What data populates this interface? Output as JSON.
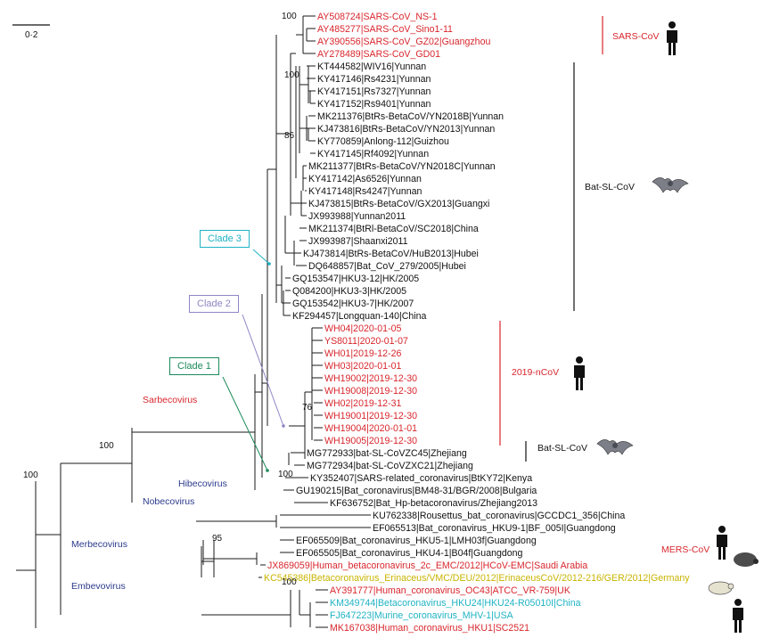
{
  "scale_bar": {
    "label": "0·2"
  },
  "clade_labels": [
    {
      "id": "clade3",
      "text": "Clade 3",
      "color": "#1fb3c4"
    },
    {
      "id": "clade2",
      "text": "Clade 2",
      "color": "#8f86c4"
    },
    {
      "id": "clade1",
      "text": "Clade 1",
      "color": "#1b8a5a"
    }
  ],
  "groups": [
    {
      "id": "sars",
      "label": "SARS-CoV",
      "color": "#d8262d",
      "icon": "human-icon"
    },
    {
      "id": "batsl",
      "label": "Bat-SL-CoV",
      "color": "#111111",
      "icon": "bat-icon"
    },
    {
      "id": "ncov",
      "label": "2019-nCoV",
      "color": "#d8262d",
      "icon": "human-icon"
    },
    {
      "id": "batsl2",
      "label": "Bat-SL-CoV",
      "color": "#111111",
      "icon": "bat-icon"
    },
    {
      "id": "mers",
      "label": "MERS-CoV",
      "color": "#d8262d",
      "icon": "human-icon"
    },
    {
      "id": "hedgehog",
      "label": "",
      "color": "#111111",
      "icon": "hedgehog-icon"
    },
    {
      "id": "mouse",
      "label": "",
      "color": "#111111",
      "icon": "mouse-icon"
    },
    {
      "id": "human2",
      "label": "",
      "color": "#111111",
      "icon": "human-icon"
    }
  ],
  "subgenera": [
    {
      "id": "sarbe",
      "label": "Sarbecovirus",
      "color": "#d8262d"
    },
    {
      "id": "hibe",
      "label": "Hibecovirus",
      "color": "#2b3a8c"
    },
    {
      "id": "nobe",
      "label": "Nobecovirus",
      "color": "#2b3a8c"
    },
    {
      "id": "merbe",
      "label": "Merbecovirus",
      "color": "#2b3a8c"
    },
    {
      "id": "embe",
      "label": "Embevovirus",
      "color": "#2b3a8c"
    }
  ],
  "bootstrap": [
    {
      "id": "b1",
      "text": "100"
    },
    {
      "id": "b2",
      "text": "100"
    },
    {
      "id": "b3",
      "text": "86"
    },
    {
      "id": "b4",
      "text": "76"
    },
    {
      "id": "b5",
      "text": "100"
    },
    {
      "id": "b6",
      "text": "100"
    },
    {
      "id": "b7",
      "text": "100"
    },
    {
      "id": "b8",
      "text": "95"
    },
    {
      "id": "b9",
      "text": "100"
    }
  ],
  "leaves": [
    {
      "text": "AY508724|SARS-CoV_NS-1",
      "color": "#d8262d"
    },
    {
      "text": "AY485277|SARS-CoV_Sino1-11",
      "color": "#d8262d"
    },
    {
      "text": "AY390556|SARS-CoV_GZ02|Guangzhou",
      "color": "#d8262d"
    },
    {
      "text": "AY278489|SARS-CoV_GD01",
      "color": "#d8262d"
    },
    {
      "text": "KT444582|WIV16|Yunnan",
      "color": "#111111"
    },
    {
      "text": "KY417146|Rs4231|Yunnan",
      "color": "#111111"
    },
    {
      "text": "KY417151|Rs7327|Yunnan",
      "color": "#111111"
    },
    {
      "text": "KY417152|Rs9401|Yunnan",
      "color": "#111111"
    },
    {
      "text": "MK211376|BtRs-BetaCoV/YN2018B|Yunnan",
      "color": "#111111"
    },
    {
      "text": "KJ473816|BtRs-BetaCoV/YN2013|Yunnan",
      "color": "#111111"
    },
    {
      "text": "KY770859|Anlong-112|Guizhou",
      "color": "#111111"
    },
    {
      "text": "KY417145|Rf4092|Yunnan",
      "color": "#111111"
    },
    {
      "text": "MK211377|BtRs-BetaCoV/YN2018C|Yunnan",
      "color": "#111111"
    },
    {
      "text": "KY417142|As6526|Yunnan",
      "color": "#111111"
    },
    {
      "text": "KY417148|Rs4247|Yunnan",
      "color": "#111111"
    },
    {
      "text": "KJ473815|BtRs-BetaCoV/GX2013|Guangxi",
      "color": "#111111"
    },
    {
      "text": "JX993988|Yunnan2011",
      "color": "#111111"
    },
    {
      "text": "MK211374|BtRl-BetaCoV/SC2018|China",
      "color": "#111111"
    },
    {
      "text": "JX993987|Shaanxi2011",
      "color": "#111111"
    },
    {
      "text": "KJ473814|BtRs-BetaCoV/HuB2013|Hubei",
      "color": "#111111"
    },
    {
      "text": "DQ648857|Bat_CoV_279/2005|Hubei",
      "color": "#111111"
    },
    {
      "text": "GQ153547|HKU3-12|HK/2005",
      "color": "#111111"
    },
    {
      "text": "Q084200|HKU3-3|HK/2005",
      "color": "#111111"
    },
    {
      "text": "GQ153542|HKU3-7|HK/2007",
      "color": "#111111"
    },
    {
      "text": "KF294457|Longquan-140|China",
      "color": "#111111"
    },
    {
      "text": "WH04|2020-01-05",
      "color": "#d8262d"
    },
    {
      "text": "YS8011|2020-01-07",
      "color": "#d8262d"
    },
    {
      "text": "WH01|2019-12-26",
      "color": "#d8262d"
    },
    {
      "text": "WH03|2020-01-01",
      "color": "#d8262d"
    },
    {
      "text": "WH19002|2019-12-30",
      "color": "#d8262d"
    },
    {
      "text": "WH19008|2019-12-30",
      "color": "#d8262d"
    },
    {
      "text": "WH02|2019-12-31",
      "color": "#d8262d"
    },
    {
      "text": "WH19001|2019-12-30",
      "color": "#d8262d"
    },
    {
      "text": "WH19004|2020-01-01",
      "color": "#d8262d"
    },
    {
      "text": "WH19005|2019-12-30",
      "color": "#d8262d"
    },
    {
      "text": "MG772933|bat-SL-CoVZC45|Zhejiang",
      "color": "#111111"
    },
    {
      "text": "MG772934|bat-SL-CoVZXC21|Zhejiang",
      "color": "#111111"
    },
    {
      "text": "KY352407|SARS-related_coronavirus|BtKY72|Kenya",
      "color": "#111111"
    },
    {
      "text": "GU190215|Bat_coronavirus|BM48-31/BGR/2008|Bulgaria",
      "color": "#111111"
    },
    {
      "text": "KF636752|Bat_Hp-betacoronavirus/Zhejiang2013",
      "color": "#111111"
    },
    {
      "text": "KU762338|Rousettus_bat_coronavirus|GCCDC1_356|China",
      "color": "#111111"
    },
    {
      "text": "EF065513|Bat_coronavirus_HKU9-1|BF_005I|Guangdong",
      "color": "#111111"
    },
    {
      "text": "EF065509|Bat_coronavirus_HKU5-1|LMH03f|Guangdong",
      "color": "#111111"
    },
    {
      "text": "EF065505|Bat_coronavirus_HKU4-1|B04f|Guangdong",
      "color": "#111111"
    },
    {
      "text": "JX869059|Human_betacoronavirus_2c_EMC/2012|HCoV-EMC|Saudi Arabia",
      "color": "#d8262d"
    },
    {
      "text": "KC545386|Betacoronavirus_Erinaceus/VMC/DEU/2012|ErinaceusCoV/2012-216/GER/2012|Germany",
      "color": "#c8b400"
    },
    {
      "text": "AY391777|Human_coronavirus_OC43|ATCC_VR-759|UK",
      "color": "#d8262d"
    },
    {
      "text": "KM349744|Betacoronavirus_HKU24|HKU24-R05010I|China",
      "color": "#1fb3c4"
    },
    {
      "text": "FJ647223|Murine_coronavirus_MHV-1|USA",
      "color": "#1fb3c4"
    },
    {
      "text": "MK167038|Human_coronavirus_HKU1|SC2521",
      "color": "#d8262d"
    }
  ]
}
